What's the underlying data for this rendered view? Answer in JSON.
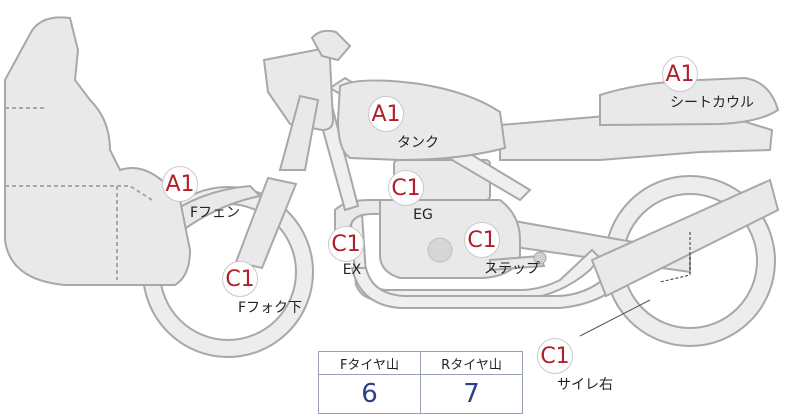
{
  "parts": [
    {
      "id": "seat-cowl",
      "grade": "A1",
      "label": "シートカウル"
    },
    {
      "id": "tank",
      "grade": "A1",
      "label": "タンク"
    },
    {
      "id": "front-fender",
      "grade": "A1",
      "label": "Fフェン"
    },
    {
      "id": "engine",
      "grade": "C1",
      "label": "EG"
    },
    {
      "id": "exhaust",
      "grade": "C1",
      "label": "EX"
    },
    {
      "id": "step",
      "grade": "C1",
      "label": "ステップ"
    },
    {
      "id": "front-fork-lower",
      "grade": "C1",
      "label": "Fフォク下"
    },
    {
      "id": "muffler-right",
      "grade": "C1",
      "label": "サイレ右"
    }
  ],
  "tire_table": {
    "front_header": "Fタイヤ山",
    "rear_header": "Rタイヤ山",
    "front_value": "6",
    "rear_value": "7"
  },
  "colors": {
    "grade_text": "#b0202a",
    "value_text": "#2d3f8a",
    "body_fill": "#e9e9e9",
    "outline": "#a8a8a8"
  }
}
